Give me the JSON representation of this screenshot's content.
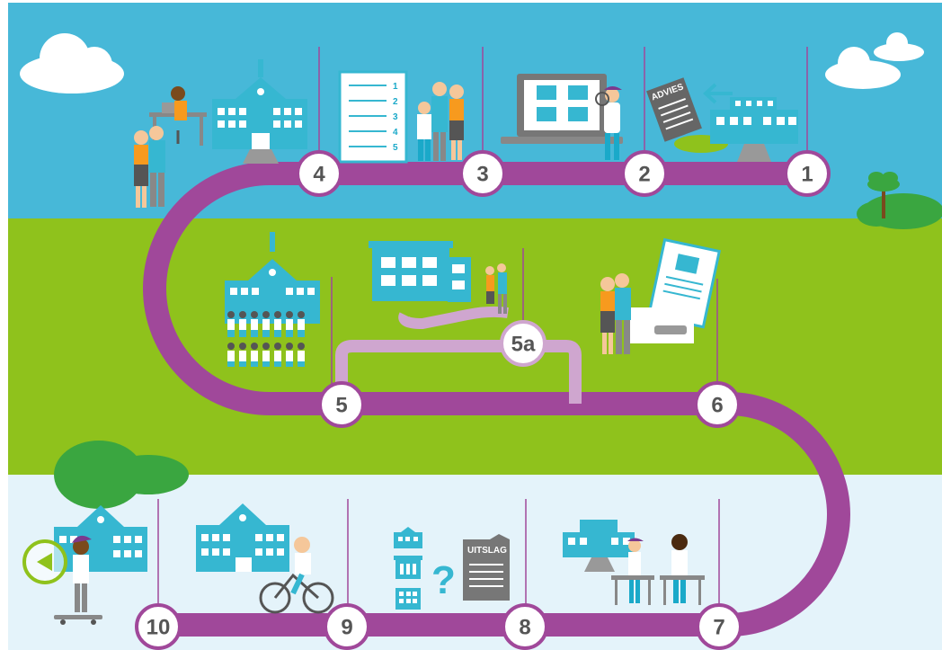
{
  "colors": {
    "sky": "#47b8d8",
    "grass": "#8fc21c",
    "bottom_band": "#e4f3fa",
    "road": "#a0489a",
    "side_road": "#cfa6cf",
    "building": "#36b7d1",
    "back_button": "#8fc21c"
  },
  "steps": [
    {
      "label": "1",
      "scene": "advice-to-school"
    },
    {
      "label": "2",
      "scene": "search-schools-online"
    },
    {
      "label": "3",
      "scene": "ranking-list"
    },
    {
      "label": "4",
      "scene": "register-at-school"
    },
    {
      "label": "5",
      "scene": "school-placement"
    },
    {
      "label": "5a",
      "scene": "alternative-route"
    },
    {
      "label": "6",
      "scene": "letter-result"
    },
    {
      "label": "7",
      "scene": "final-test"
    },
    {
      "label": "8",
      "scene": "test-result"
    },
    {
      "label": "9",
      "scene": "cycle-to-school"
    },
    {
      "label": "10",
      "scene": "first-school-day"
    }
  ],
  "signs": {
    "advice": "ADVIES",
    "result": "UITSLAG"
  },
  "ranking_list": [
    "1",
    "2",
    "3",
    "4",
    "5"
  ],
  "question_mark": "?",
  "icons": {
    "back": "back-arrow-icon"
  }
}
